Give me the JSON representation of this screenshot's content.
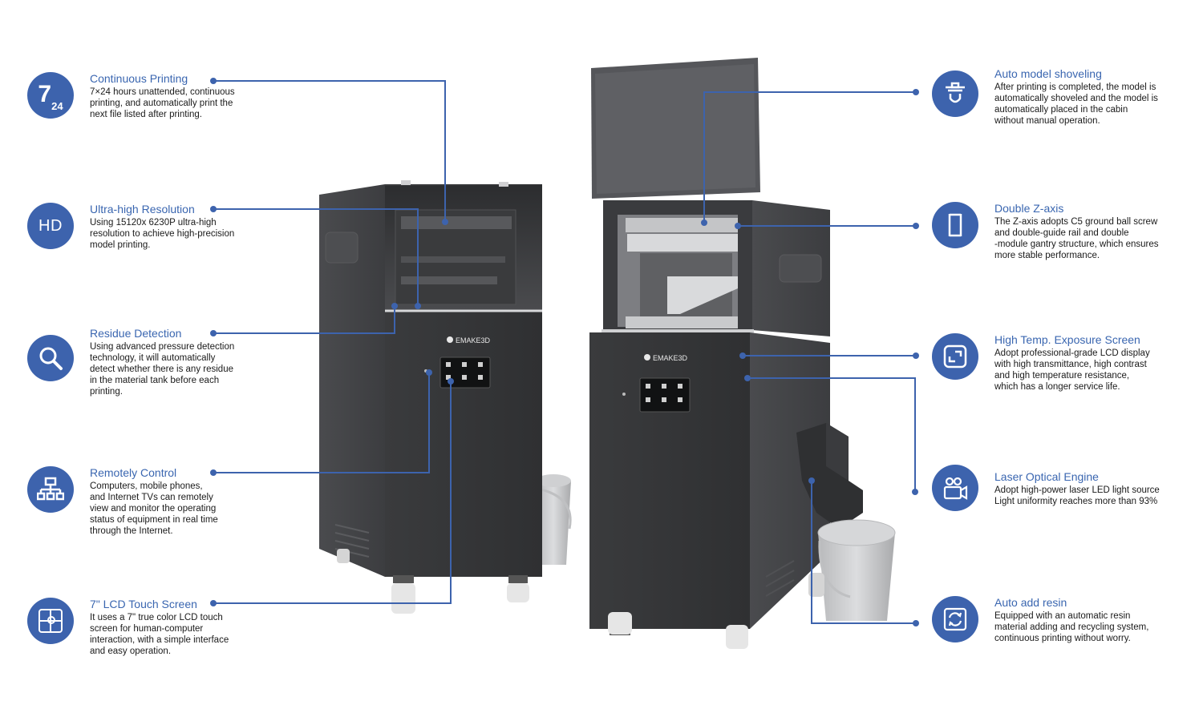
{
  "left_features": [
    {
      "id": "continuous",
      "title": "Continuous Printing",
      "badge_main": "7",
      "badge_sub": "24",
      "icon": "seven-twenty-four-icon",
      "lines": [
        "7×24 hours unattended, continuous",
        "printing, and automatically print the",
        "next file listed after printing."
      ]
    },
    {
      "id": "resolution",
      "title": "Ultra-high Resolution",
      "badge_text": "HD",
      "icon": "hd-icon",
      "lines": [
        "Using 15120x 6230P ultra-high",
        "resolution to achieve high-precision",
        "model printing."
      ]
    },
    {
      "id": "residue",
      "title": "Residue Detection",
      "icon": "magnifier-icon",
      "lines": [
        "Using advanced pressure detection",
        "technology, it will automatically",
        "detect whether there is any residue",
        "in the material tank before each",
        "printing."
      ]
    },
    {
      "id": "remote",
      "title": "Remotely Control",
      "icon": "network-icon",
      "lines": [
        "Computers, mobile phones,",
        "and Internet TVs can remotely",
        "view and monitor the operating",
        "status of equipment in real time",
        "through the Internet."
      ]
    },
    {
      "id": "lcd",
      "title": "7\" LCD Touch Screen",
      "icon": "touch-screen-icon",
      "lines": [
        "It uses a 7\" true color LCD touch",
        "screen for human-computer",
        "interaction, with a simple interface",
        "and easy operation."
      ]
    }
  ],
  "right_features": [
    {
      "id": "shoveling",
      "title": "Auto model shoveling",
      "icon": "shovel-icon",
      "lines": [
        "After printing is completed, the model is",
        "automatically shoveled and the model is",
        "automatically placed in the cabin",
        "without manual operation."
      ]
    },
    {
      "id": "zaxis",
      "title": "Double Z-axis",
      "icon": "rail-icon",
      "lines": [
        "The Z-axis adopts C5 ground ball screw",
        "and double-guide rail and double",
        "-module gantry structure, which ensures",
        "more stable performance."
      ]
    },
    {
      "id": "screen",
      "title": "High Temp. Exposure Screen",
      "icon": "screen-frame-icon",
      "lines": [
        "Adopt professional-grade LCD display",
        "with high transmittance, high contrast",
        "and high temperature resistance,",
        "which has a longer service life."
      ]
    },
    {
      "id": "laser",
      "title": "Laser Optical Engine",
      "icon": "camera-person-icon",
      "lines": [
        "Adopt high-power laser LED light source",
        "Light uniformity reaches more than 93%"
      ]
    },
    {
      "id": "resin",
      "title": "Auto add resin",
      "icon": "refresh-icon",
      "lines": [
        "Equipped with an automatic resin",
        "material adding and recycling system,",
        "continuous printing without worry."
      ]
    }
  ],
  "brand": {
    "logo_text": "EMAKE3D"
  },
  "colors": {
    "accent": "#3d63ad",
    "title": "#3a66b0",
    "machine": "#3b3c3e"
  }
}
